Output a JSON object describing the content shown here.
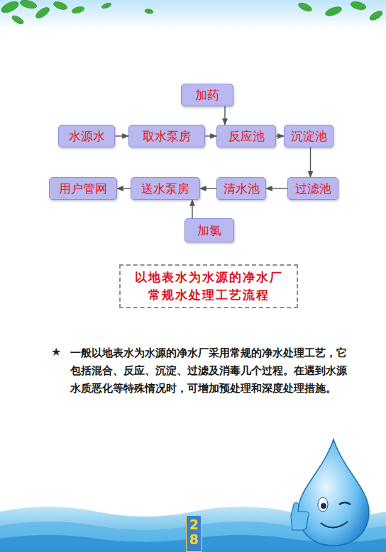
{
  "diagram": {
    "caption": "以地表水为水源的净水厂 常规水处理工艺流程",
    "nodes": [
      {
        "text": [
          "加药"
        ]
      },
      {
        "text": [
          "水源水"
        ]
      },
      {
        "text": [
          "取水泵房"
        ]
      },
      {
        "text": [
          "反应池"
        ]
      },
      {
        "text": [
          "沉淀池"
        ]
      },
      {
        "text": [
          "过滤池"
        ]
      },
      {
        "text": [
          "清水池"
        ]
      },
      {
        "text": [
          "送水泵房"
        ]
      },
      {
        "text": [
          "用户管网"
        ]
      },
      {
        "text": [
          "加氯"
        ]
      }
    ],
    "edges": [
      {
        "from": 1,
        "to": 2,
        "arrow": "to"
      },
      {
        "from": 2,
        "to": 3,
        "arrow": "to"
      },
      {
        "from": 0,
        "to": 3,
        "arrow": "to"
      },
      {
        "from": 3,
        "to": 4,
        "arrow": "to"
      },
      {
        "from": 4,
        "to": 5,
        "arrow": "to"
      },
      {
        "from": 5,
        "to": 6,
        "arrow": "to"
      },
      {
        "from": 6,
        "to": 7,
        "arrow": "to"
      },
      {
        "from": 9,
        "to": 7,
        "arrow": "to"
      },
      {
        "from": 7,
        "to": 8,
        "arrow": "to"
      }
    ],
    "labels": [
      "★",
      "一般以地表水为水源的净水厂采用常规的净水处理工艺，它包括混合、反应、沉淀、过滤及消毒几个过程。在遇到水源水质恶化等特殊情况时，可增加预处理和深度处理措施。",
      "28"
    ]
  }
}
